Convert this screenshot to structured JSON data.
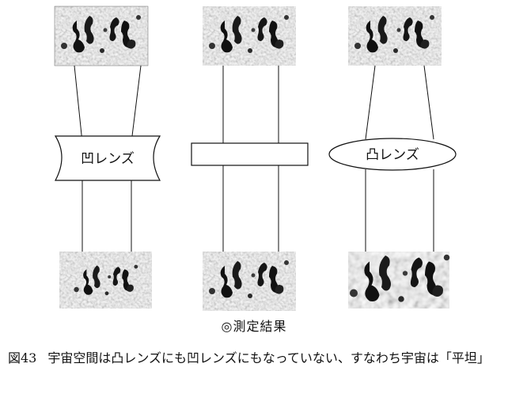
{
  "figure": {
    "lenses": {
      "concave": "凹レンズ",
      "flat": "",
      "convex": "凸レンズ"
    },
    "result_label": "◎測定結果"
  },
  "caption": {
    "number": "図43",
    "text": "宇宙空間は凸レンズにも凹レンズにもなっていない、すなわち宇宙は「平坦」"
  }
}
